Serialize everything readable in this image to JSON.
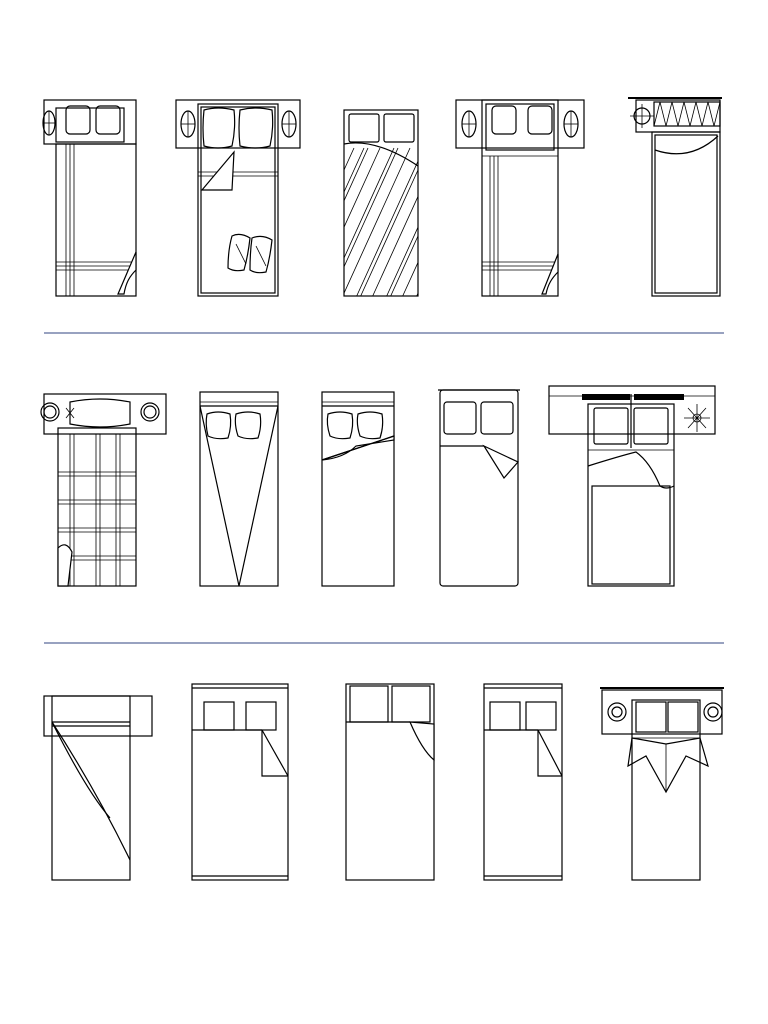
{
  "sheet": {
    "divider_color": "#5a6a9a",
    "line_color": "#000000",
    "background": "#ffffff"
  },
  "rows": [
    {
      "beds": [
        {
          "id": "bed-1-1",
          "style": "nightstands-cornerfold-stripes"
        },
        {
          "id": "bed-1-2",
          "style": "nightstands-pillows-scattered"
        },
        {
          "id": "bed-1-3",
          "style": "diagonal-stripes"
        },
        {
          "id": "bed-1-4",
          "style": "nightstands-cornerfold-stripes"
        },
        {
          "id": "bed-1-5",
          "style": "zigzag-headboard"
        }
      ]
    },
    {
      "beds": [
        {
          "id": "bed-2-1",
          "style": "plaid-bolster"
        },
        {
          "id": "bed-2-2",
          "style": "triangle-sheet"
        },
        {
          "id": "bed-2-3",
          "style": "folded-corner-left"
        },
        {
          "id": "bed-2-4",
          "style": "folded-corner-right"
        },
        {
          "id": "bed-2-5",
          "style": "wide-headboard-plant"
        }
      ]
    },
    {
      "beds": [
        {
          "id": "bed-3-1",
          "style": "diagonal-fold"
        },
        {
          "id": "bed-3-2",
          "style": "stepped-fold"
        },
        {
          "id": "bed-3-3",
          "style": "pillow-fold"
        },
        {
          "id": "bed-3-4",
          "style": "stepped-fold"
        },
        {
          "id": "bed-3-5",
          "style": "canopy-nightstands"
        }
      ]
    }
  ]
}
